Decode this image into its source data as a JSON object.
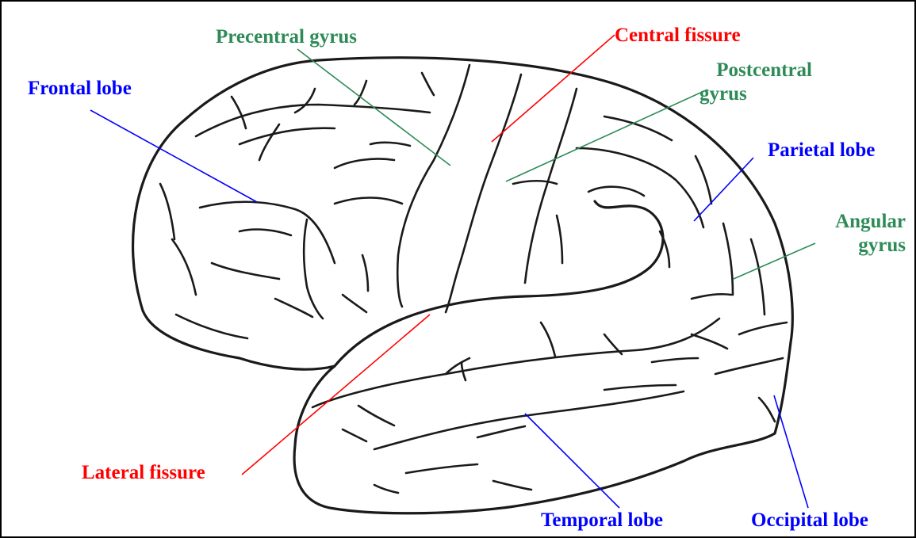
{
  "colors": {
    "lobe": "#0000ff",
    "fissure": "#ff0000",
    "gyrus": "#2e8b57",
    "outline": "#1a1a1a"
  },
  "labels": {
    "frontal_lobe": "Frontal lobe",
    "precentral_gyrus": "Precentral gyrus",
    "central_fissure": "Central fissure",
    "postcentral_gyrus": [
      "Postcentral",
      "gyrus"
    ],
    "parietal_lobe": "Parietal lobe",
    "angular_gyrus": [
      "Angular",
      "gyrus"
    ],
    "lateral_fissure": "Lateral fissure",
    "temporal_lobe": "Temporal lobe",
    "occipital_lobe": "Occipital lobe"
  }
}
